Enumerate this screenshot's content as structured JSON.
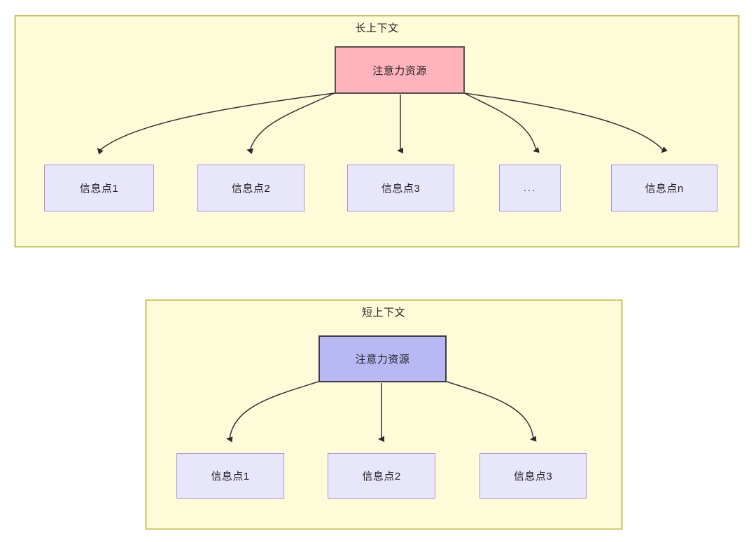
{
  "diagram": {
    "type": "flow-diagram",
    "background": "#ffffff",
    "colors": {
      "panel_fill": "#fdfbd8",
      "panel_border": "#b5b135",
      "attention_long_fill": "#ffb3ba",
      "attention_long_border": "#54504f",
      "attention_short_fill": "#b8b8f5",
      "attention_short_border": "#3b3b46",
      "info_fill": "#e8e6fb",
      "info_border": "#b18fe0",
      "edge_stroke": "#333333"
    },
    "panels": [
      {
        "id": "long-context",
        "title": "长上下文",
        "root": {
          "label": "注意力资源"
        },
        "children": [
          {
            "label": "信息点1"
          },
          {
            "label": "信息点2"
          },
          {
            "label": "信息点3"
          },
          {
            "label": "..."
          },
          {
            "label": "信息点n"
          }
        ]
      },
      {
        "id": "short-context",
        "title": "短上下文",
        "root": {
          "label": "注意力资源"
        },
        "children": [
          {
            "label": "信息点1"
          },
          {
            "label": "信息点2"
          },
          {
            "label": "信息点3"
          }
        ]
      }
    ]
  }
}
